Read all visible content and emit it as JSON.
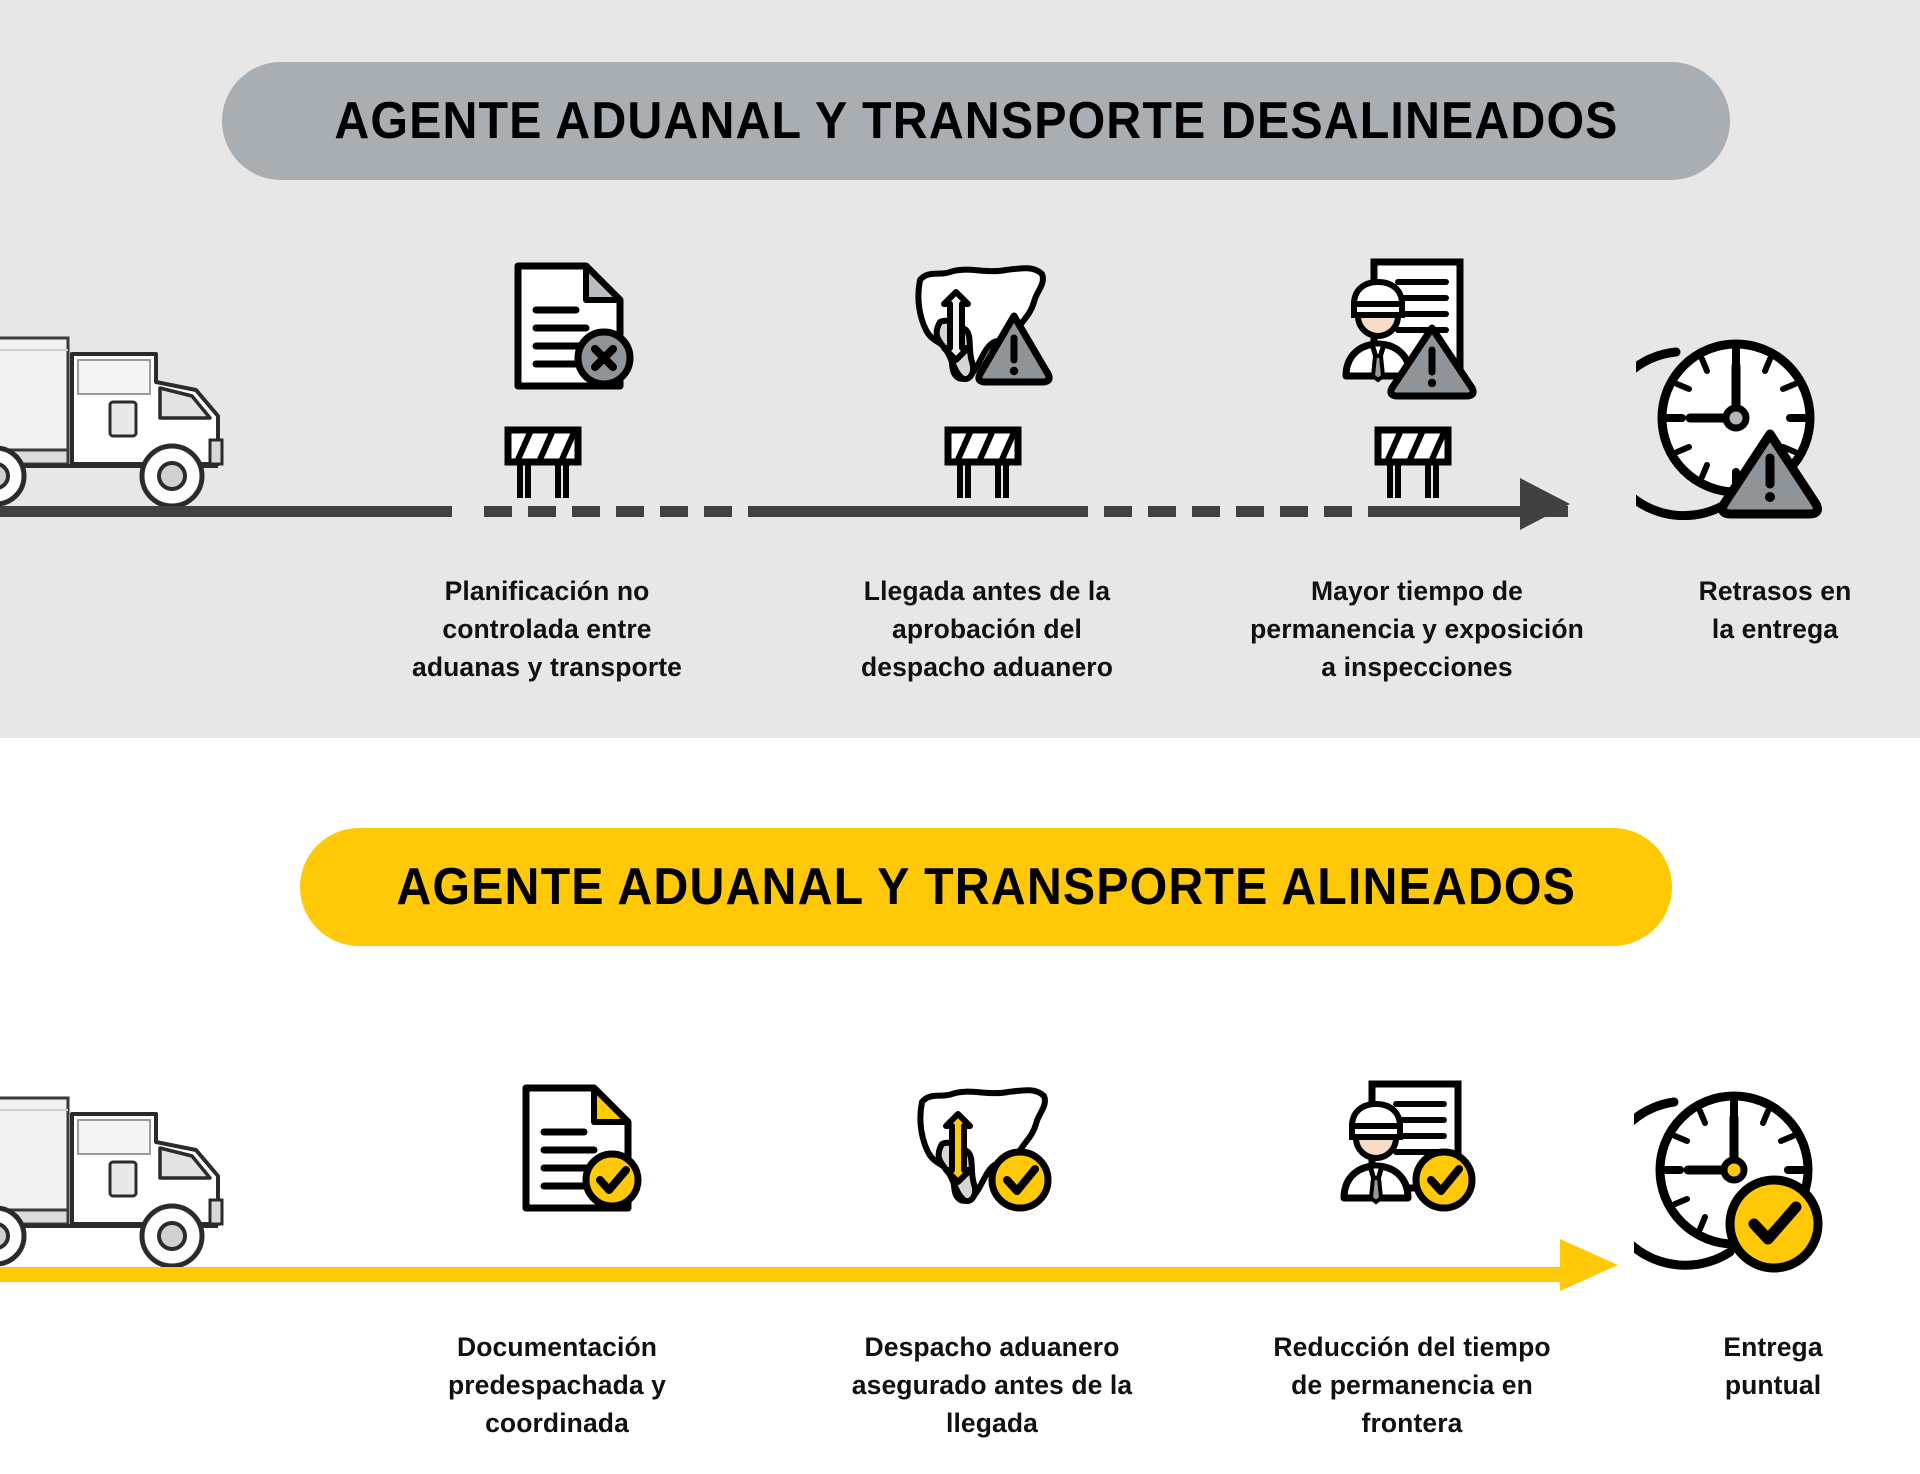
{
  "accent_colors": {
    "yellow": "#ffc907",
    "gray_pill": "#a9aeb2",
    "section_bg_gray": "#e7e7e7",
    "line_dark": "#414141",
    "warning_gray": "#8f9499",
    "text_dark": "#111111"
  },
  "misaligned": {
    "title": "AGENTE ADUANAL Y TRANSPORTE DESALINEADOS",
    "truck_icon": "semi-truck-gray",
    "line_style": "dashed",
    "arrow_icon": "arrow-right-gray",
    "steps": [
      {
        "icon": "document-rejected-icon",
        "blocker_icon": "road-barrier-icon",
        "label_lines": [
          "Planificación no",
          "controlada entre",
          "aduanas y transporte"
        ]
      },
      {
        "icon": "map-north-america-warning-icon",
        "blocker_icon": "road-barrier-icon",
        "label_lines": [
          "Llegada antes de la",
          "aprobación del",
          "despacho aduanero"
        ]
      },
      {
        "icon": "customs-officer-warning-icon",
        "blocker_icon": "road-barrier-icon",
        "label_lines": [
          "Mayor tiempo de",
          "permanencia y exposición",
          "a inspecciones"
        ]
      }
    ],
    "outcome": {
      "icon": "clock-warning-icon",
      "label_lines": [
        "Retrasos en",
        "la entrega"
      ]
    }
  },
  "aligned": {
    "title": "AGENTE ADUANAL Y TRANSPORTE ALINEADOS",
    "truck_icon": "semi-truck-gray",
    "line_style": "solid",
    "arrow_icon": "arrow-right-yellow",
    "steps": [
      {
        "icon": "document-approved-icon",
        "label_lines": [
          "Documentación",
          "predespachada y",
          "coordinada"
        ]
      },
      {
        "icon": "map-north-america-check-icon",
        "label_lines": [
          "Despacho aduanero",
          "asegurado antes de la",
          "llegada"
        ]
      },
      {
        "icon": "customs-officer-check-icon",
        "label_lines": [
          "Reducción del tiempo",
          "de permanencia en",
          "frontera"
        ]
      }
    ],
    "outcome": {
      "icon": "clock-check-icon",
      "label_lines": [
        "Entrega",
        "puntual"
      ]
    }
  }
}
